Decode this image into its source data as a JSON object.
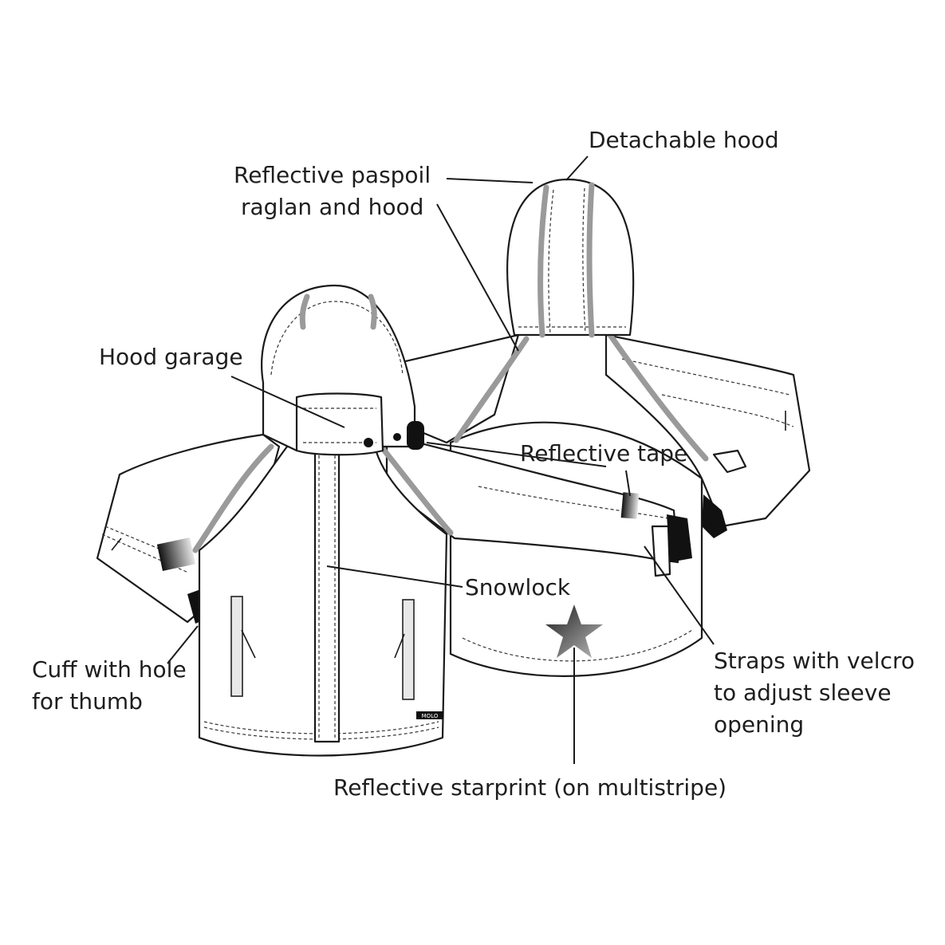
{
  "labels": {
    "detachable_hood": "Detachable hood",
    "paspoil_line1": "Reflective paspoil",
    "paspoil_line2": "raglan and hood",
    "hood_garage": "Hood garage",
    "reflective_tape": "Reflective tape",
    "snowlock": "Snowlock",
    "cuff_line1": "Cuff with hole",
    "cuff_line2": "for thumb",
    "straps_line1": "Straps with velcro",
    "straps_line2": "to adjust sleeve",
    "straps_line3": "opening",
    "starprint": "Reflective starprint (on multistripe)"
  },
  "brand_tag": "MOLO",
  "colors": {
    "ink": "#1a1a1a",
    "reflective": "#9a9a9a",
    "cuff": "#111111"
  },
  "icons": [
    "star-icon",
    "zipper-icon"
  ]
}
